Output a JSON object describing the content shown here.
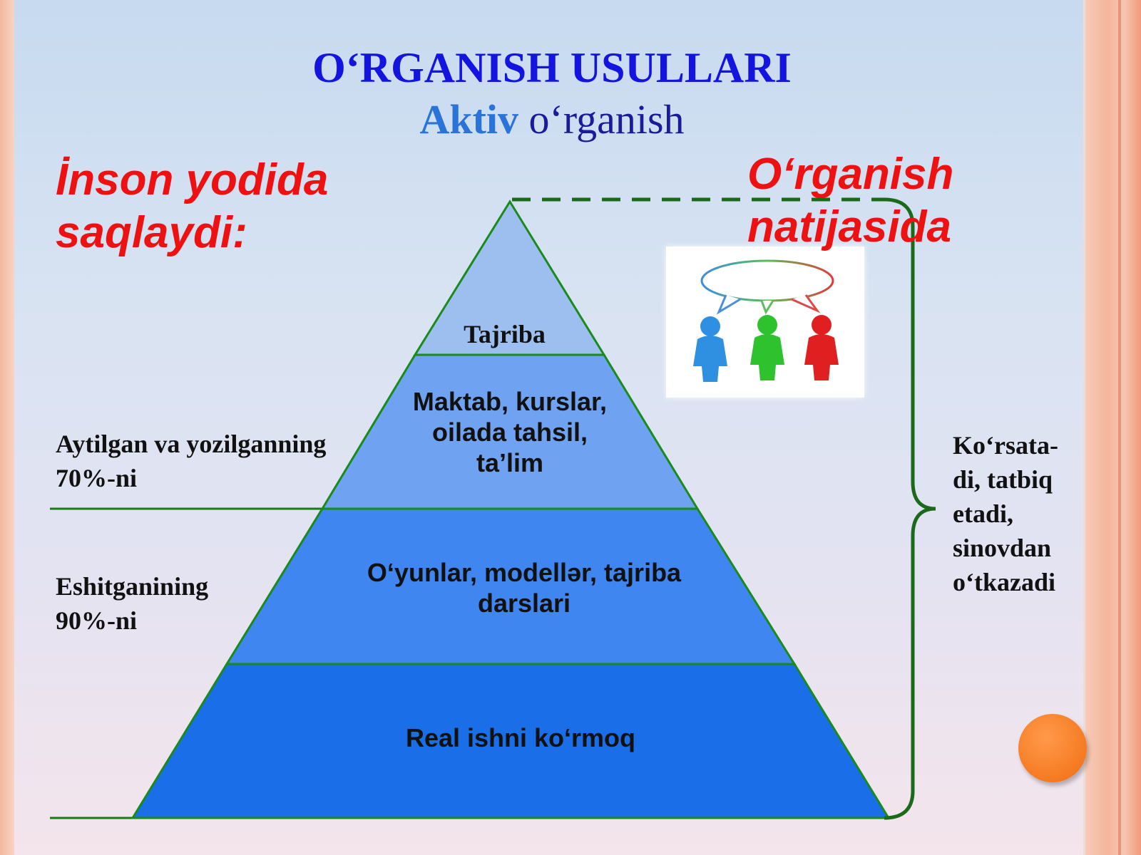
{
  "slide": {
    "title": "O‘RGANISH USULLARI",
    "subtitle_accent": "Aktiv",
    "subtitle_rest": " o‘rganish",
    "left_heading_line1": "İnson yodida",
    "left_heading_line2": "saqlaydi:",
    "right_heading_line1": "O‘rganish",
    "right_heading_line2": "natijasida"
  },
  "pyramid": {
    "tiers": [
      {
        "label_lines": [
          "Tajriba"
        ]
      },
      {
        "label_lines": [
          "Maktab, kurslar,",
          "oilada tahsil,",
          "ta’lim"
        ]
      },
      {
        "label_lines": [
          "O‘yunlar, modellər, tajriba",
          "darslari"
        ]
      },
      {
        "label_lines": [
          "Real ishni ko‘rmoq"
        ]
      }
    ]
  },
  "left_labels": {
    "upper_line1": "Aytilgan va yozilganning",
    "upper_line2": "70%-ni",
    "lower_line1": "Eshitganining",
    "lower_line2": "90%-ni"
  },
  "right_labels": {
    "lines": [
      "Ko‘rsata-",
      "di, tatbiq",
      "etadi,",
      "sinovdan",
      "o‘tkazadi"
    ]
  },
  "colors": {
    "title": "#1414e0",
    "accent": "#2a73d9",
    "heading_red": "#ee1111",
    "outline_green": "#1a8a1a",
    "tier_colors": [
      "#9dbff0",
      "#6fa3f2",
      "#3f86f0",
      "#1a6ee8"
    ],
    "person_colors": [
      "#2f8fe0",
      "#2ec22e",
      "#e02020"
    ]
  },
  "icons": {
    "people_picture": "three-people-talking-icon",
    "decor": "orange-circle"
  }
}
